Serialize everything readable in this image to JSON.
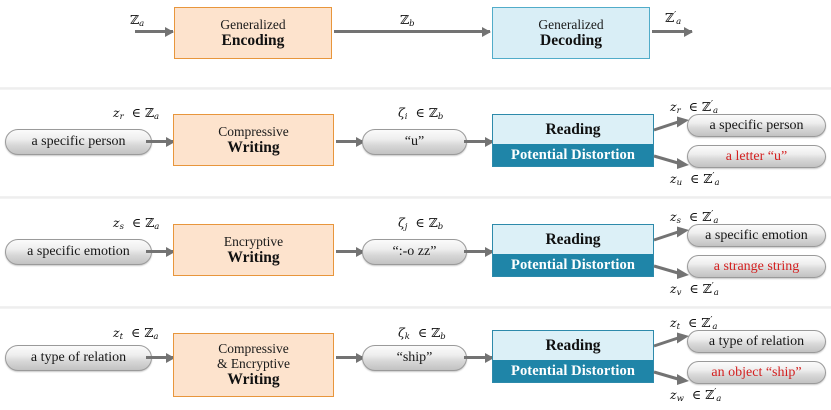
{
  "diagram": {
    "title": "Generalized encoding-decoding and writing-reading pipelines",
    "colors": {
      "orange_fill": "#fde3cd",
      "orange_border": "#e8963c",
      "blue_fill": "#d9eef6",
      "blue_border": "#51acc9",
      "reading_top_fill": "#dcf0f7",
      "distortion_fill": "#1f85a8",
      "arrow": "#737373",
      "distorted_text": "#d32020",
      "pill_border": "#9a9a9a"
    }
  },
  "row0": {
    "input_label": "ℤ",
    "input_label_sub": "a",
    "encode_line1": "Generalized",
    "encode_line2": "Encoding",
    "middle_label": "ℤ",
    "middle_label_sub": "b",
    "decode_line1": "Generalized",
    "decode_line2": "Decoding",
    "output_label": "ℤ",
    "output_label_sub": "a",
    "output_label_prime": "′"
  },
  "row1": {
    "source_pill": "a specific person",
    "source_math": {
      "var": "z",
      "sub": "r",
      "set": "ℤ",
      "set_sub": "a",
      "prime": ""
    },
    "box_line1": "Compressive",
    "box_line2": "Writing",
    "code_math": {
      "var": "ζ",
      "sub": "i",
      "set": "ℤ",
      "set_sub": "b",
      "prime": ""
    },
    "code_pill": "“u”",
    "reading_label": "Reading",
    "distortion_label": "Potential Distortion",
    "out_top_math": {
      "var": "z",
      "sub": "r",
      "set": "ℤ",
      "set_sub": "a",
      "prime": "′"
    },
    "out_top_pill": "a specific person",
    "out_bottom_pill": "a letter “u”",
    "out_bottom_math": {
      "var": "z",
      "sub": "u",
      "set": "ℤ",
      "set_sub": "a",
      "prime": "′"
    }
  },
  "row2": {
    "source_pill": "a specific emotion",
    "source_math": {
      "var": "z",
      "sub": "s",
      "set": "ℤ",
      "set_sub": "a",
      "prime": ""
    },
    "box_line1": "Encryptive",
    "box_line2": "Writing",
    "code_math": {
      "var": "ζ",
      "sub": "j",
      "set": "ℤ",
      "set_sub": "b",
      "prime": ""
    },
    "code_pill": "“:-o zz”",
    "reading_label": "Reading",
    "distortion_label": "Potential Distortion",
    "out_top_math": {
      "var": "z",
      "sub": "s",
      "set": "ℤ",
      "set_sub": "a",
      "prime": "′"
    },
    "out_top_pill": "a specific emotion",
    "out_bottom_pill": "a strange string",
    "out_bottom_math": {
      "var": "z",
      "sub": "v",
      "set": "ℤ",
      "set_sub": "a",
      "prime": "′"
    }
  },
  "row3": {
    "source_pill": "a type of relation",
    "source_math": {
      "var": "z",
      "sub": "t",
      "set": "ℤ",
      "set_sub": "a",
      "prime": ""
    },
    "box_line0": "Compressive",
    "box_line1": "& Encryptive",
    "box_line2": "Writing",
    "code_math": {
      "var": "ζ",
      "sub": "k",
      "set": "ℤ",
      "set_sub": "b",
      "prime": ""
    },
    "code_pill": "“ship”",
    "reading_label": "Reading",
    "distortion_label": "Potential Distortion",
    "out_top_math": {
      "var": "z",
      "sub": "t",
      "set": "ℤ",
      "set_sub": "a",
      "prime": "′"
    },
    "out_top_pill": "a type of relation",
    "out_bottom_pill": "an object “ship”",
    "out_bottom_math": {
      "var": "z",
      "sub": "w",
      "set": "ℤ",
      "set_sub": "a",
      "prime": "′"
    }
  }
}
